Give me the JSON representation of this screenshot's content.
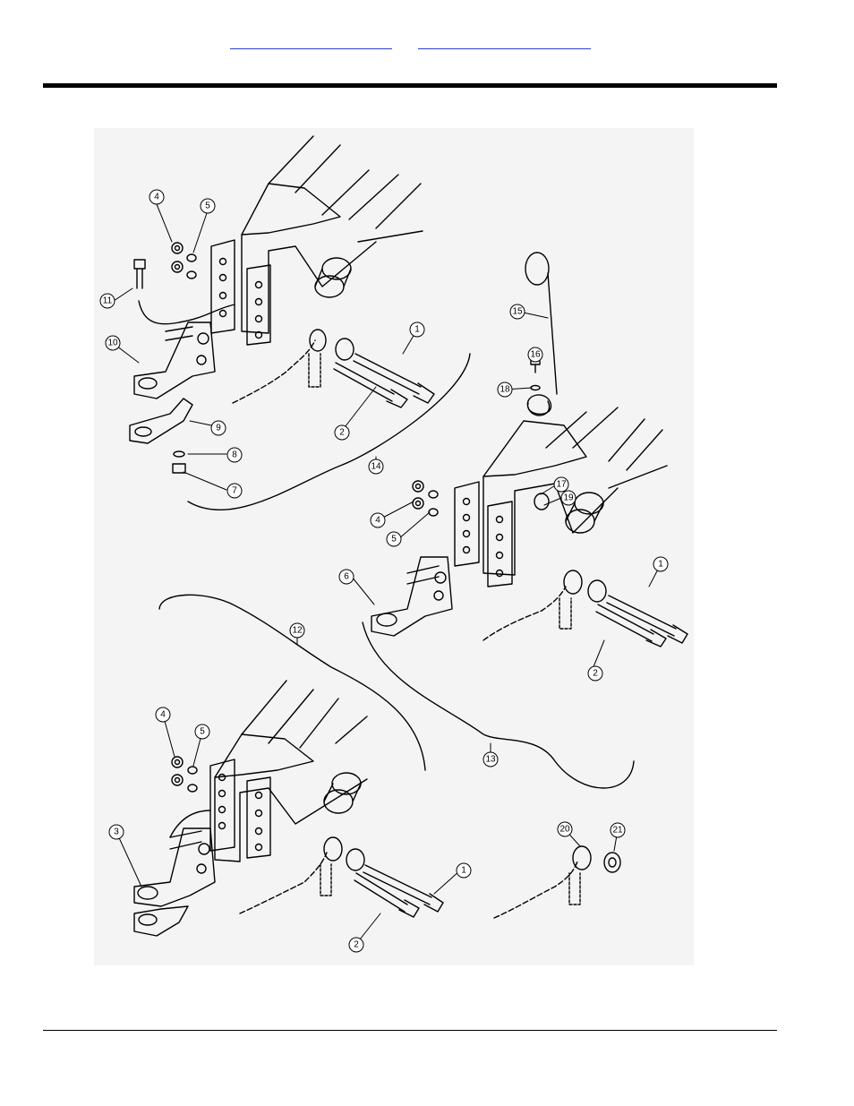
{
  "header": {
    "links": [
      {
        "label": ""
      },
      {
        "label": ""
      }
    ]
  },
  "diagram": {
    "callouts": [
      "1",
      "2",
      "3",
      "4",
      "5",
      "6",
      "7",
      "8",
      "9",
      "10",
      "11",
      "12",
      "13",
      "14",
      "15",
      "16",
      "17",
      "18",
      "19",
      "20",
      "21"
    ]
  },
  "colors": {
    "link": "#2a3fd6",
    "line": "#000000",
    "background": "#f4f4f4"
  }
}
